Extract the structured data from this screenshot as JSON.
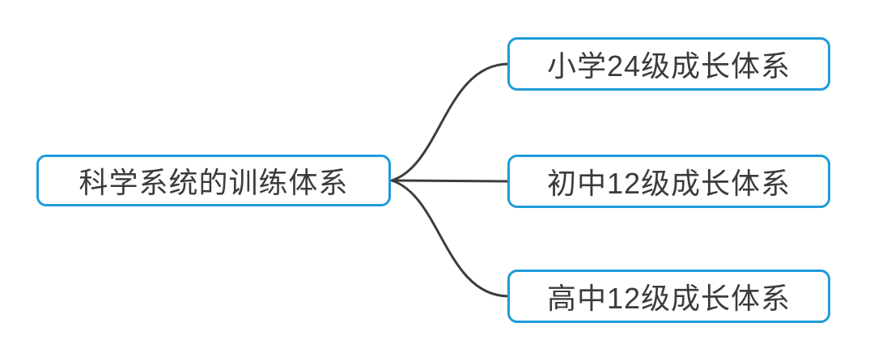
{
  "mindmap": {
    "root": {
      "label": "科学系统的训练体系"
    },
    "children": [
      {
        "label": "小学24级成长体系"
      },
      {
        "label": "初中12级成长体系"
      },
      {
        "label": "高中12级成长体系"
      }
    ]
  },
  "colors": {
    "node_border": "#1e9cd9",
    "connector": "#3d3d3d",
    "text": "#3b3b3b",
    "background": "#ffffff"
  }
}
